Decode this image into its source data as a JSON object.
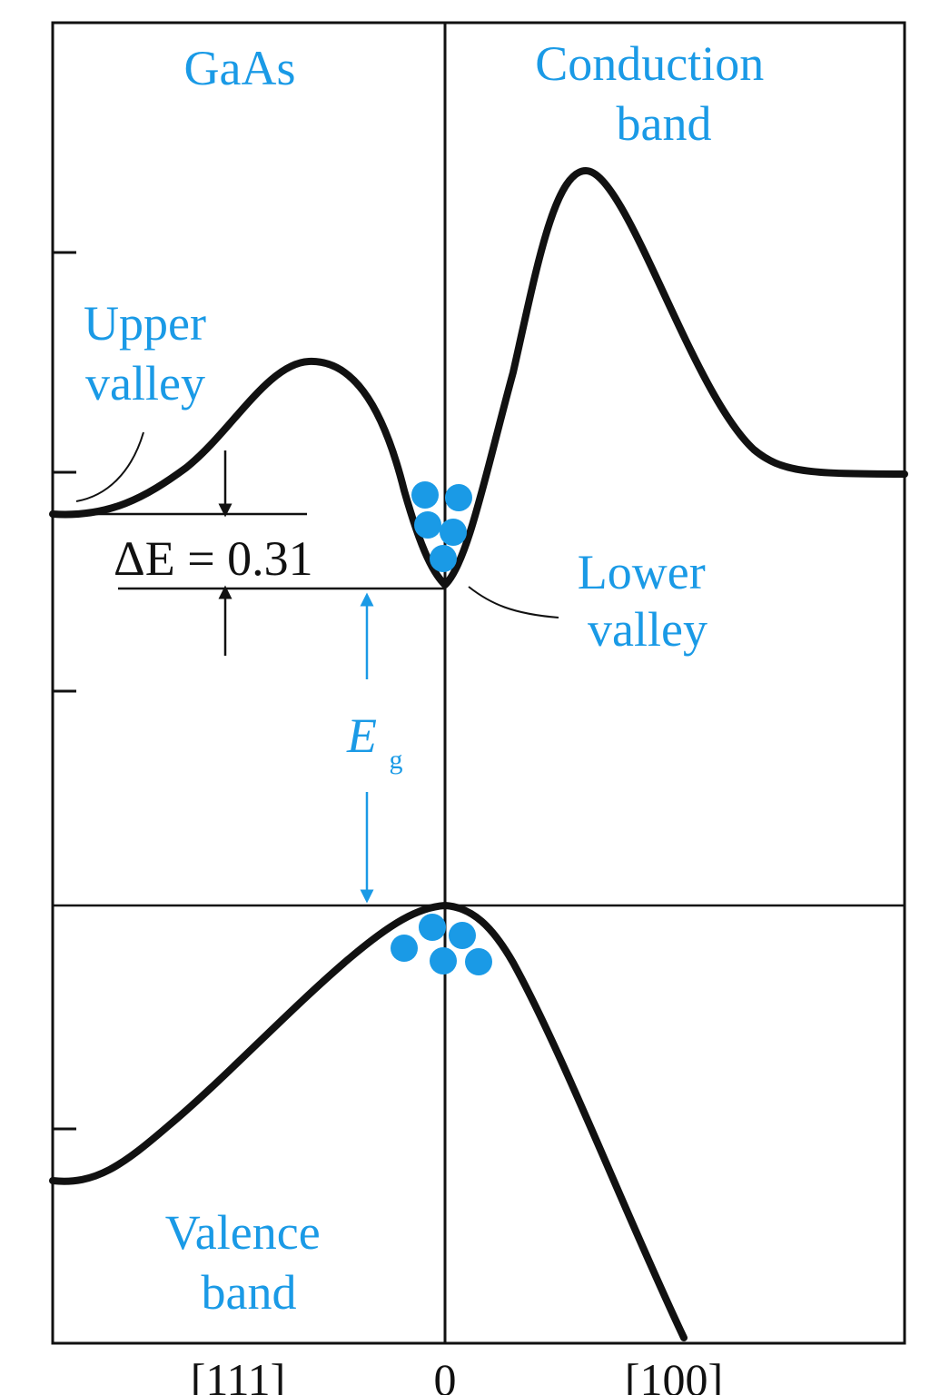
{
  "title": "GaAs",
  "conduction_band_label": [
    "Conduction",
    "band"
  ],
  "upper_valley_label": [
    "Upper",
    "valley"
  ],
  "lower_valley_label": [
    "Lower",
    "valley"
  ],
  "valence_band_label": [
    "Valence",
    "band"
  ],
  "delta_e_label": "ΔE = 0.31",
  "gap_label": {
    "main": "E",
    "sub": "g"
  },
  "x_axis_labels": {
    "left": "[111]",
    "center": "0",
    "right": "[100]"
  },
  "carrier_count": {
    "conduction_lower_valley": 5,
    "valence_band_top": 5
  },
  "colors": {
    "line": "#111111",
    "accent": "#1a9ae6",
    "background": "#ffffff"
  },
  "icons": {
    "electron": "filled-circle",
    "hole": "filled-circle"
  }
}
